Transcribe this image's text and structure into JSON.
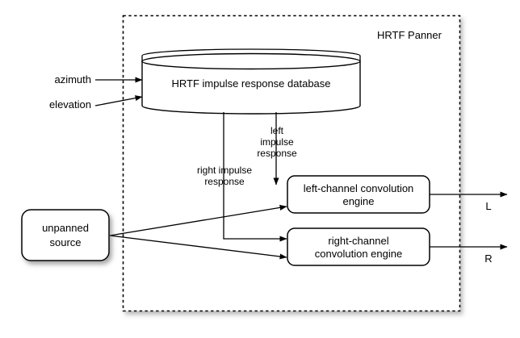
{
  "diagram": {
    "title": "HRTF Panner",
    "container_label": "HRTF Panner",
    "nodes": {
      "database": {
        "label": "HRTF impulse response database",
        "shape": "cylinder"
      },
      "source": {
        "label_line1": "unpanned",
        "label_line2": "source",
        "shape": "rounded-rect-shadow"
      },
      "left_engine": {
        "label_line1": "left-channel convolution",
        "label_line2": "engine",
        "shape": "rounded-rect"
      },
      "right_engine": {
        "label_line1": "right-channel",
        "label_line2": "convolution engine",
        "shape": "rounded-rect"
      }
    },
    "inputs": [
      {
        "name": "azimuth",
        "label": "azimuth"
      },
      {
        "name": "elevation",
        "label": "elevation"
      }
    ],
    "edge_labels": {
      "left_impulse": "left\nimpulse\nresponse",
      "left_impulse_l1": "left",
      "left_impulse_l2": "impulse",
      "left_impulse_l3": "response",
      "right_impulse_l1": "right impulse",
      "right_impulse_l2": "response"
    },
    "outputs": [
      {
        "name": "left-output",
        "label": "L"
      },
      {
        "name": "right-output",
        "label": "R"
      }
    ],
    "colors": {
      "stroke": "#000000",
      "background": "#ffffff",
      "text": "#000000",
      "shadow": "#b0b0b0"
    }
  }
}
